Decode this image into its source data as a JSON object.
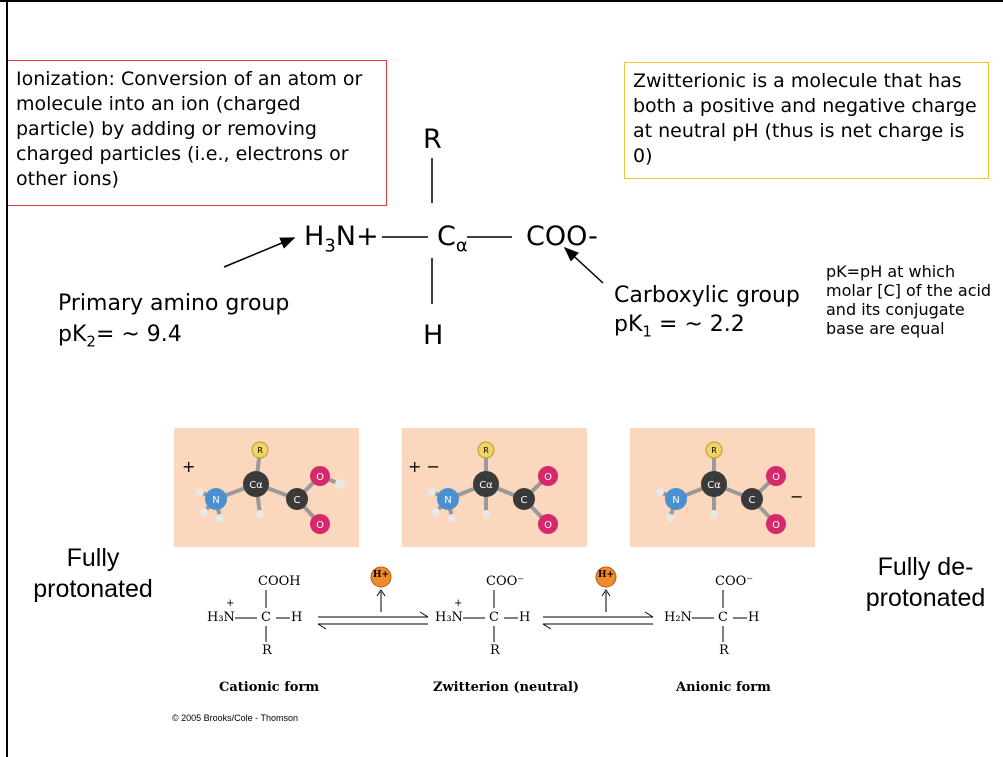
{
  "definitions": {
    "ionization": "Ionization: Conversion of an atom or molecule into an ion (charged particle) by adding or removing charged particles (i.e., electrons or other ions)",
    "zwitterionic": "Zwitterionic is a molecule that has both a positive and negative charge at neutral pH (thus is net charge is 0)",
    "pk": "pK=pH at which molar [C] of the acid and its conjugate base are equal"
  },
  "structure": {
    "r": "R",
    "h": "H",
    "amine_main": "H",
    "amine_sub": "3",
    "amine_end": "N+",
    "calpha_main": "C",
    "calpha_sub": "α",
    "carboxyl": "COO-"
  },
  "groups": {
    "amino_name": "Primary amino group",
    "amino_pk_pre": "pK",
    "amino_pk_sub": "2",
    "amino_pk_val": "= ~ 9.4",
    "carboxyl_name": "Carboxylic group",
    "carboxyl_pk_pre": "pK",
    "carboxyl_pk_sub": "1",
    "carboxyl_pk_val": " = ~ 2.2"
  },
  "sides": {
    "left_line1": "Fully",
    "left_line2": "protonated",
    "right_line1": "Fully de-",
    "right_line2": "protonated"
  },
  "equilibrium": {
    "forms": [
      {
        "top_group": "COOH",
        "amine": "H₃N",
        "amine_charge": "+",
        "center": "C",
        "right": "H",
        "bottom": "R",
        "label": "Cationic form"
      },
      {
        "top_group": "COO⁻",
        "amine": "H₃N",
        "amine_charge": "+",
        "center": "C",
        "right": "H",
        "bottom": "R",
        "label": "Zwitterion (neutral)"
      },
      {
        "top_group": "COO⁻",
        "amine": "H₂N",
        "amine_charge": "",
        "center": "C",
        "right": "H",
        "bottom": "R",
        "label": "Anionic form"
      }
    ],
    "proton": "H+"
  },
  "molecule_tiles": {
    "atoms": {
      "r": "R",
      "ca": "Cα",
      "c": "C",
      "n": "N",
      "o": "O"
    },
    "charges": [
      "+",
      "+ −",
      "−"
    ],
    "colors": {
      "tile": "#fbd8bd",
      "carbon": "#3a3a3a",
      "nitrogen": "#4a8fd0",
      "oxygen": "#d6286b",
      "r_group": "#f2d466",
      "hydrogen": "#e8e8e8",
      "proton": "#f08a2a"
    }
  },
  "copyright": "© 2005 Brooks/Cole - Thomson"
}
